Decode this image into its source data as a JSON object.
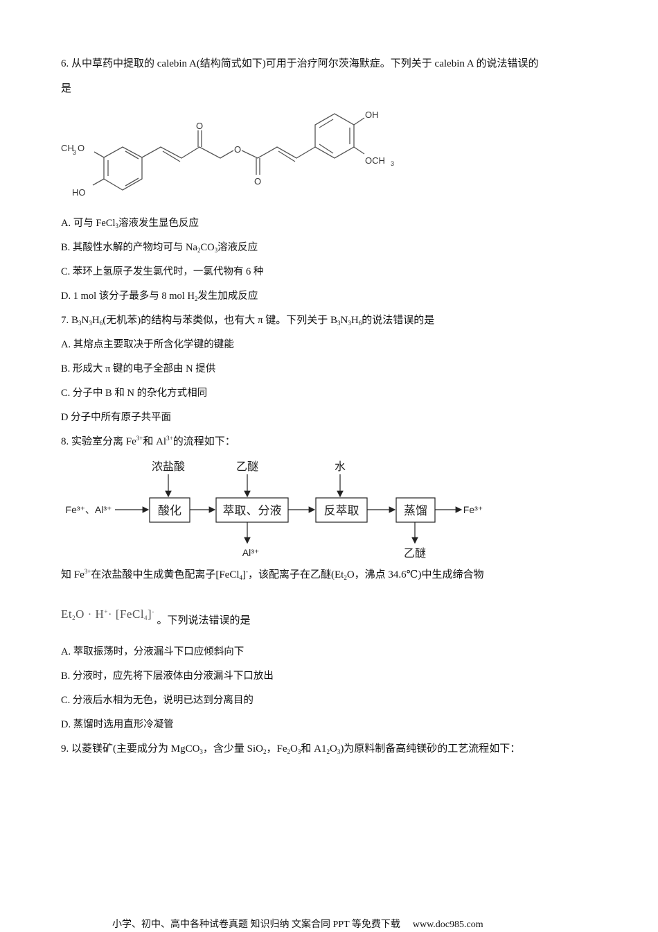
{
  "q6": {
    "stem_line1": [
      {
        "t": "6. 从中草药中提取的 calebin A(结构简式如下)可用于治疗阿尔茨海默症。下列关于 calebin A 的说法错误的"
      }
    ],
    "stem_line2": [
      {
        "t": "是"
      }
    ],
    "structure_labels": {
      "ch3o_left": "CH",
      "ch3o_left_sub": "3",
      "ch3o_left_o": "O",
      "ho_left": "HO",
      "o_ketone": "O",
      "o_ester": "O",
      "o_ester_carbonyl": "O",
      "oh_right": "OH",
      "och3_right": "OCH",
      "och3_right_sub": "3"
    },
    "options": [
      [
        {
          "t": "A.  可与 FeCl"
        },
        {
          "t": "3",
          "s": "sub"
        },
        {
          "t": "溶液发生显色反应"
        }
      ],
      [
        {
          "t": "B.  其酸性水解的产物均可与 Na"
        },
        {
          "t": "2",
          "s": "sub"
        },
        {
          "t": "CO"
        },
        {
          "t": "3",
          "s": "sub"
        },
        {
          "t": "溶液反应"
        }
      ],
      [
        {
          "t": "C.  苯环上氢原子发生氯代时，一氯代物有 6 种"
        }
      ],
      [
        {
          "t": "D.  1  mol 该分子最多与 8  mol  H"
        },
        {
          "t": "2",
          "s": "sub"
        },
        {
          "t": "发生加成反应"
        }
      ]
    ]
  },
  "q7": {
    "stem": [
      {
        "t": "7. B"
      },
      {
        "t": "3",
        "s": "sub"
      },
      {
        "t": "N"
      },
      {
        "t": "3",
        "s": "sub"
      },
      {
        "t": "H"
      },
      {
        "t": "6",
        "s": "sub"
      },
      {
        "t": "(无机苯)的结构与苯类似，也有大 π 键。下列关于 B"
      },
      {
        "t": "3",
        "s": "sub"
      },
      {
        "t": "N"
      },
      {
        "t": "3",
        "s": "sub"
      },
      {
        "t": "H"
      },
      {
        "t": "6",
        "s": "sub"
      },
      {
        "t": "的说法错误的是"
      }
    ],
    "options": [
      [
        {
          "t": "A.  其熔点主要取决于所含化学键的键能"
        }
      ],
      [
        {
          "t": "B.  形成大 π 键的电子全部由 N 提供"
        }
      ],
      [
        {
          "t": "C.  分子中 B 和 N 的杂化方式相同"
        }
      ],
      [
        {
          "t": "D  分子中所有原子共平面"
        }
      ]
    ]
  },
  "q8": {
    "stem": [
      {
        "t": "8. 实验室分离 Fe"
      },
      {
        "t": "3+",
        "s": "sup"
      },
      {
        "t": "和 Al"
      },
      {
        "t": "3+",
        "s": "sup"
      },
      {
        "t": "的流程如下："
      }
    ],
    "flow": {
      "input": "Fe³⁺、Al³⁺",
      "steps": [
        "酸化",
        "萃取、分液",
        "反萃取",
        "蒸馏"
      ],
      "reagents": [
        "浓盐酸",
        "乙醚",
        "水"
      ],
      "byproducts": [
        "Al³⁺",
        "乙醚"
      ],
      "output": "Fe³⁺"
    },
    "info_line": [
      {
        "t": "知 Fe"
      },
      {
        "t": "3+",
        "s": "sup"
      },
      {
        "t": "在浓盐酸中生成黄色配离子[FeCl"
      },
      {
        "t": "4",
        "s": "sub"
      },
      {
        "t": "]"
      },
      {
        "t": "-",
        "s": "sup"
      },
      {
        "t": "，该配离子在乙醚(Et"
      },
      {
        "t": "2",
        "s": "sub"
      },
      {
        "t": "O，沸点 34.6℃)中生成缔合物"
      }
    ],
    "formula": [
      {
        "t": "Et"
      },
      {
        "t": "2",
        "s": "sub"
      },
      {
        "t": "O · H"
      },
      {
        "t": "+",
        "s": "sup"
      },
      {
        "t": "· [FeCl"
      },
      {
        "t": "4",
        "s": "sub"
      },
      {
        "t": "]"
      },
      {
        "t": "-",
        "s": "sup"
      }
    ],
    "formula_tail": [
      {
        "t": "。下列说法错误的是"
      }
    ],
    "options": [
      [
        {
          "t": "A.  萃取振荡时，分液漏斗下口应倾斜向下"
        }
      ],
      [
        {
          "t": "B.  分液时，应先将下层液体由分液漏斗下口放出"
        }
      ],
      [
        {
          "t": "C.  分液后水相为无色，说明已达到分离目的"
        }
      ],
      [
        {
          "t": "D.  蒸馏时选用直形冷凝管"
        }
      ]
    ]
  },
  "q9": {
    "stem": [
      {
        "t": "9. 以菱镁矿(主要成分为 MgCO"
      },
      {
        "t": "3",
        "s": "sub"
      },
      {
        "t": "，含少量 SiO"
      },
      {
        "t": "2",
        "s": "sub"
      },
      {
        "t": "，Fe"
      },
      {
        "t": "2",
        "s": "sub"
      },
      {
        "t": "O"
      },
      {
        "t": "3",
        "s": "sub"
      },
      {
        "t": "和 A1"
      },
      {
        "t": "2",
        "s": "sub"
      },
      {
        "t": "O"
      },
      {
        "t": "3",
        "s": "sub"
      },
      {
        "t": ")为原料制备高纯镁砂的工艺流程如下："
      }
    ]
  },
  "footer": {
    "text": "小学、初中、高中各种试卷真题  知识归纳  文案合同  PPT 等免费下载",
    "url": "www.doc985.com"
  }
}
